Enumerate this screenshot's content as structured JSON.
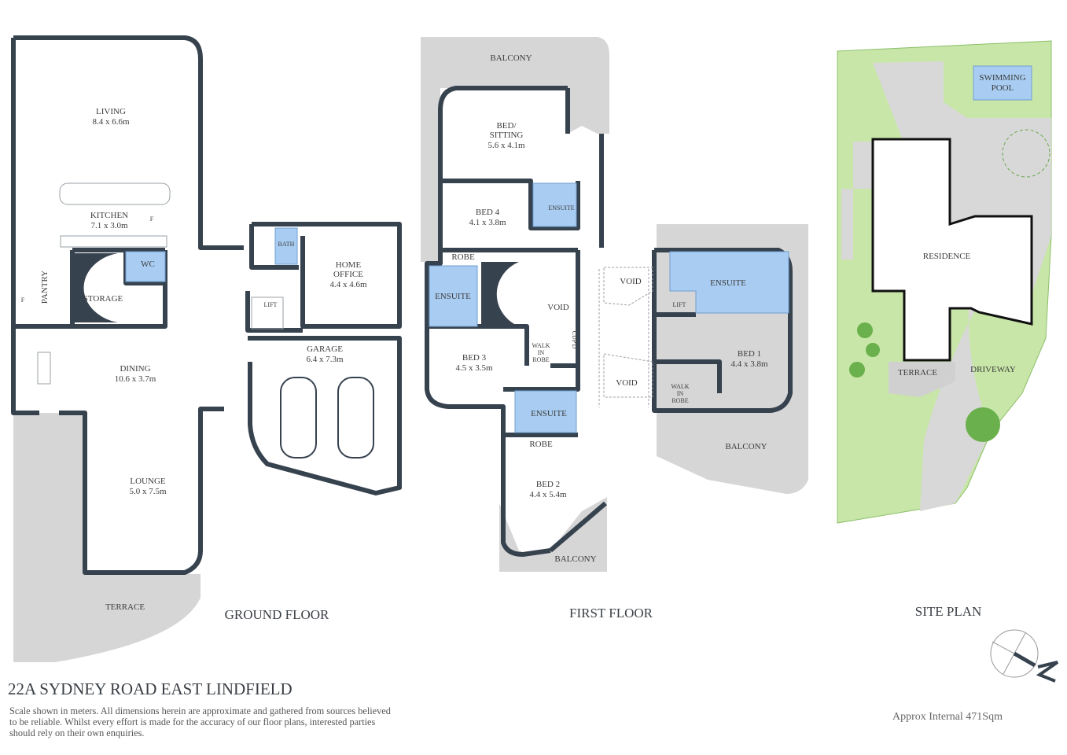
{
  "property_title": "22A SYDNEY ROAD  EAST LINDFIELD",
  "disclaimer": "Scale shown in meters. All dimensions herein are approximate and gathered from sources believed to be reliable. Whilst every effort is made for the accuracy of our floor plans, interested parties should rely on their own enquiries.",
  "approx_internal": "Approx Internal 471Sqm",
  "colors": {
    "wall": "#37424f",
    "balcony": "#d6d6d6",
    "wet_area": "#a9cdf2",
    "garden": "#c8e6a8"
  },
  "ground_floor": {
    "label": "GROUND FLOOR",
    "rooms": {
      "living": {
        "name": "LIVING",
        "dims": "8.4 x 6.6m"
      },
      "kitchen": {
        "name": "KITCHEN",
        "dims": "7.1 x 3.0m"
      },
      "pantry": {
        "name": "PANTRY"
      },
      "storage": {
        "name": "STORAGE"
      },
      "wc": {
        "name": "WC"
      },
      "dining": {
        "name": "DINING",
        "dims": "10.6 x 3.7m"
      },
      "lounge": {
        "name": "LOUNGE",
        "dims": "5.0 x 7.5m"
      },
      "terrace": {
        "name": "TERRACE"
      },
      "bath": {
        "name": "BATH"
      },
      "home_office": {
        "name": "HOME",
        "name2": "OFFICE",
        "dims": "4.4 x 4.6m"
      },
      "lift": {
        "name": "LIFT"
      },
      "garage": {
        "name": "GARAGE",
        "dims": "6.4 x 7.3m"
      },
      "fridge": "F"
    }
  },
  "first_floor": {
    "label": "FIRST FLOOR",
    "rooms": {
      "balcony_top": {
        "name": "BALCONY"
      },
      "bed_sitting": {
        "name": "BED/",
        "name2": "SITTING",
        "dims": "5.6 x 4.1m"
      },
      "bed4": {
        "name": "BED 4",
        "dims": "4.1 x 3.8m"
      },
      "ensuite_bed4": {
        "name": "ENSUITE"
      },
      "robe_bed4": {
        "name": "ROBE"
      },
      "ensuite_left": {
        "name": "ENSUITE"
      },
      "void_stair": {
        "name": "VOID"
      },
      "bed3": {
        "name": "BED 3",
        "dims": "4.5 x 3.5m"
      },
      "walk_in_robe_bed3": {
        "l1": "WALK",
        "l2": "IN",
        "l3": "ROBE"
      },
      "cupd": {
        "name": "CUP'D"
      },
      "ensuite_bed3": {
        "name": "ENSUITE"
      },
      "robe_bed2": {
        "name": "ROBE"
      },
      "bed2": {
        "name": "BED 2",
        "dims": "4.4 x 5.4m"
      },
      "balcony_bed2": {
        "name": "BALCONY"
      },
      "void_upper": {
        "name": "VOID"
      },
      "void_lower": {
        "name": "VOID"
      },
      "lift": {
        "name": "LIFT"
      },
      "ensuite_bed1": {
        "name": "ENSUITE"
      },
      "bed1": {
        "name": "BED 1",
        "dims": "4.4 x 3.8m"
      },
      "walk_in_robe_bed1": {
        "l1": "WALK",
        "l2": "IN",
        "l3": "ROBE"
      },
      "balcony_bed1": {
        "name": "BALCONY"
      }
    }
  },
  "site_plan": {
    "label": "SITE PLAN",
    "swimming_pool": {
      "l1": "SWIMMING",
      "l2": "POOL"
    },
    "residence": "RESIDENCE",
    "terrace": "TERRACE",
    "driveway": "DRIVEWAY"
  },
  "compass": {
    "label": "N",
    "icon": "north-arrow-icon"
  }
}
